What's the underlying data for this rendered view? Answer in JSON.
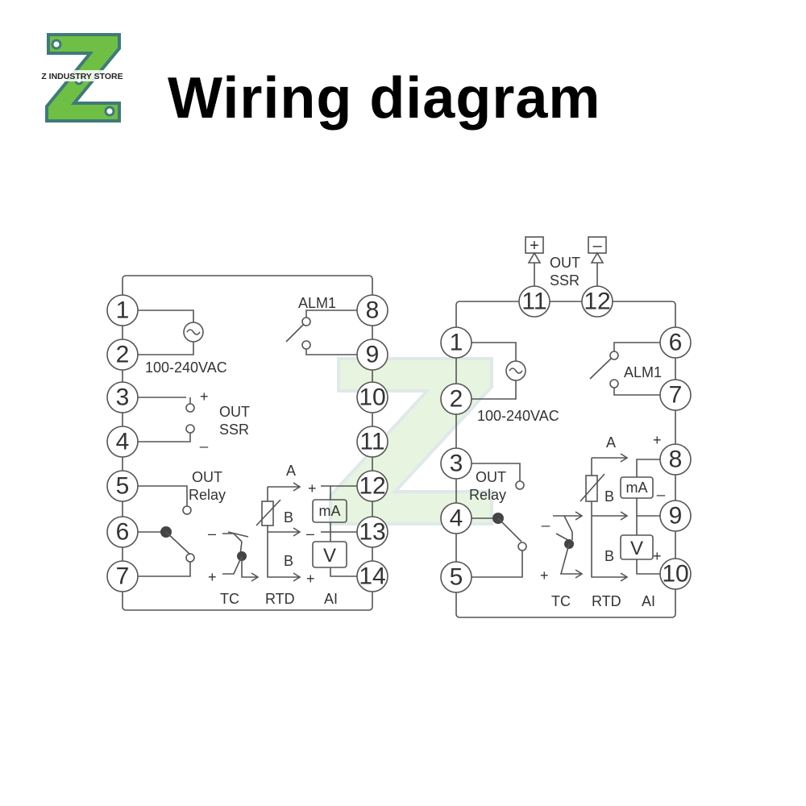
{
  "brand": {
    "name": "Z INDUSTRY STORE",
    "colors": {
      "green": "#6fbf44",
      "teal": "#3f7a7a",
      "dot": "#ffffff"
    }
  },
  "title": "Wiring diagram",
  "diagram_left": {
    "pins": [
      "1",
      "2",
      "3",
      "4",
      "5",
      "6",
      "7",
      "8",
      "9",
      "10",
      "11",
      "12",
      "13",
      "14"
    ],
    "labels": {
      "power": "100-240VAC",
      "out": "OUT",
      "ssr": "SSR",
      "out_relay_1": "OUT",
      "out_relay_2": "Relay",
      "alarm": "ALM1",
      "plus": "+",
      "minus": "_",
      "minus_dash": "–",
      "a": "A",
      "b1": "B",
      "b2": "B",
      "ma": "mA",
      "v": "V",
      "tc": "TC",
      "rtd": "RTD",
      "ai": "AI"
    }
  },
  "diagram_right": {
    "pins": [
      "1",
      "2",
      "3",
      "4",
      "5",
      "6",
      "7",
      "8",
      "9",
      "10",
      "11",
      "12"
    ],
    "labels": {
      "top_plus": "+",
      "top_minus": "–",
      "out": "OUT",
      "ssr": "SSR",
      "power": "100-240VAC",
      "out_relay_1": "OUT",
      "out_relay_2": "Relay",
      "alarm": "ALM1",
      "plus": "+",
      "minus": "_",
      "a": "A",
      "b1": "B",
      "b2": "B",
      "ma": "mA",
      "v": "V",
      "tc": "TC",
      "rtd": "RTD",
      "ai": "AI"
    }
  }
}
